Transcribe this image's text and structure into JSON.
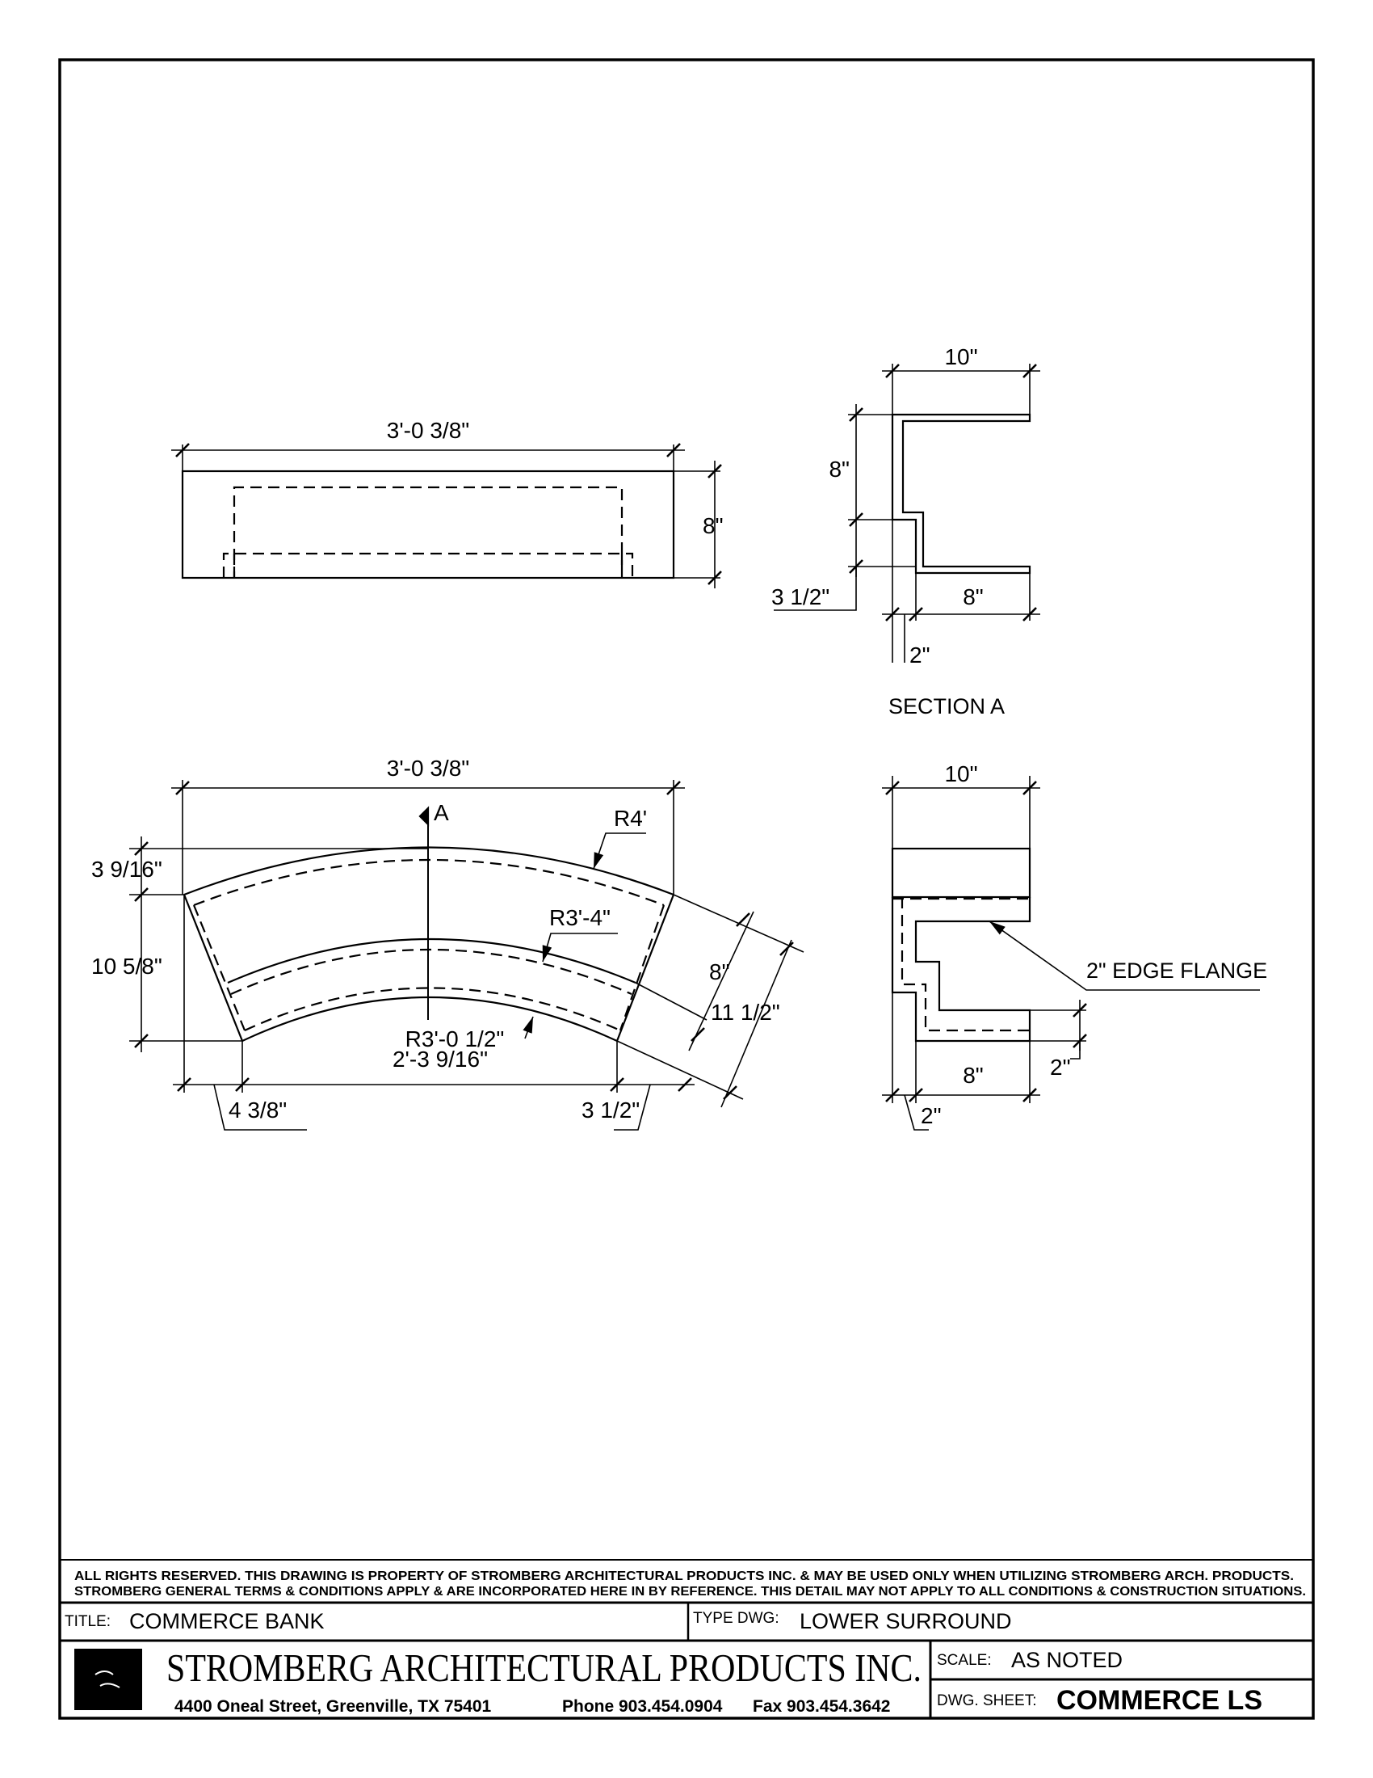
{
  "elevation": {
    "width_dim": "3'-0 3/8\"",
    "height_dim": "8\""
  },
  "section_a": {
    "top_dim": "10\"",
    "upper_dim": "8\"",
    "lower_dim": "3 1/2\"",
    "bottom_dim": "8\"",
    "flange_dim": "2\"",
    "label": "SECTION A"
  },
  "plan": {
    "width_dim": "3'-0 3/8\"",
    "section_marker": "A",
    "outer_radius": "R4'",
    "mid_radius": "R3'-4\"",
    "inner_radius": "R3'-0 1/2\"",
    "chord_dim": "2'-3 9/16\"",
    "rise_dim": "3 9/16\"",
    "depth_dim": "10 5/8\"",
    "left_offset": "4 3/8\"",
    "right_offset": "3 1/2\"",
    "side_inner_dim": "8\"",
    "side_outer_dim": "11 1/2\""
  },
  "end_view": {
    "top_dim": "10\"",
    "callout": "2\" EDGE FLANGE",
    "right_dim": "2\"",
    "bottom_dim": "8\"",
    "bottom_left_dim": "2\""
  },
  "title_block": {
    "notice_line1": "ALL RIGHTS RESERVED. THIS DRAWING IS PROPERTY OF STROMBERG ARCHITECTURAL PRODUCTS INC. & MAY BE USED ONLY WHEN UTILIZING STROMBERG ARCH. PRODUCTS.",
    "notice_line2": "STROMBERG GENERAL TERMS & CONDITIONS APPLY & ARE INCORPORATED HERE IN BY REFERENCE. THIS DETAIL MAY NOT APPLY TO ALL CONDITIONS & CONSTRUCTION SITUATIONS.",
    "title_label": "TITLE:",
    "title_value": "COMMERCE BANK",
    "type_label": "TYPE DWG:",
    "type_value": "LOWER SURROUND",
    "company_name": "STROMBERG ARCHITECTURAL PRODUCTS INC.",
    "address": "4400 Oneal Street, Greenville, TX 75401",
    "phone": "Phone 903.454.0904",
    "fax": "Fax 903.454.3642",
    "scale_label": "SCALE:",
    "scale_value": "AS NOTED",
    "sheet_label": "DWG. SHEET:",
    "sheet_value": "COMMERCE LS"
  }
}
